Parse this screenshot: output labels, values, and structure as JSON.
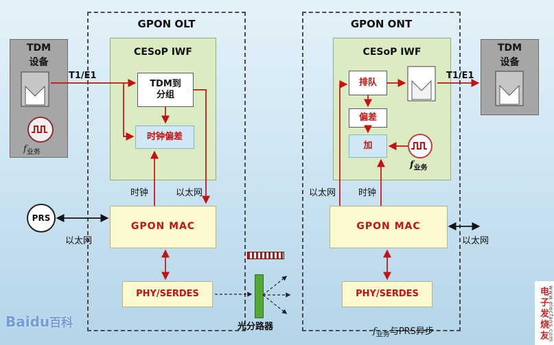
{
  "watermarks": {
    "baidu_en": "Baidu",
    "baidu_cn": "百科",
    "site": "电子发烧友",
    "url": "www.elecfans.com"
  },
  "devices": {
    "left": {
      "line1": "TDM",
      "line2": "设备",
      "clock_f": "f",
      "clock_sub": "业务"
    },
    "right": {
      "line1": "TDM",
      "line2": "设备"
    }
  },
  "olt": {
    "title": "GPON OLT",
    "cesop_title": "CESoP IWF",
    "tdm_to_packet_line1": "TDM到",
    "tdm_to_packet_line2": "分组",
    "clock_offset": "时钟偏差",
    "mac": "GPON MAC",
    "phy": "PHY/SERDES",
    "t1e1": "T1/E1",
    "clock": "时钟",
    "ethernet": "以太网",
    "prs": "PRS",
    "prs_ethernet": "以太网"
  },
  "ont": {
    "title": "GPON ONT",
    "cesop_title": "CESoP IWF",
    "queue": "排队",
    "offset": "偏差",
    "add": "加",
    "mac": "GPON MAC",
    "phy": "PHY/SERDES",
    "t1e1": "T1/E1",
    "clock": "时钟",
    "ethernet": "以太网",
    "mac_ethernet": "以太网",
    "clock_f": "f",
    "clock_sub": "业务"
  },
  "splitter": {
    "label": "光分路器"
  },
  "footnote": {
    "f": "f",
    "sub": "业务",
    "rest": "与PRS异步"
  },
  "colors": {
    "accent_red": "#c41111",
    "cesop_green": "#dcecc2",
    "mac_yellow": "#fcf9d0",
    "blue_box": "#cfe8f4",
    "device_gray": "#a6a6a6",
    "splitter_green": "#53a933",
    "bg_top": "#e4f2fa",
    "bg_bottom": "#b4d4e8"
  }
}
